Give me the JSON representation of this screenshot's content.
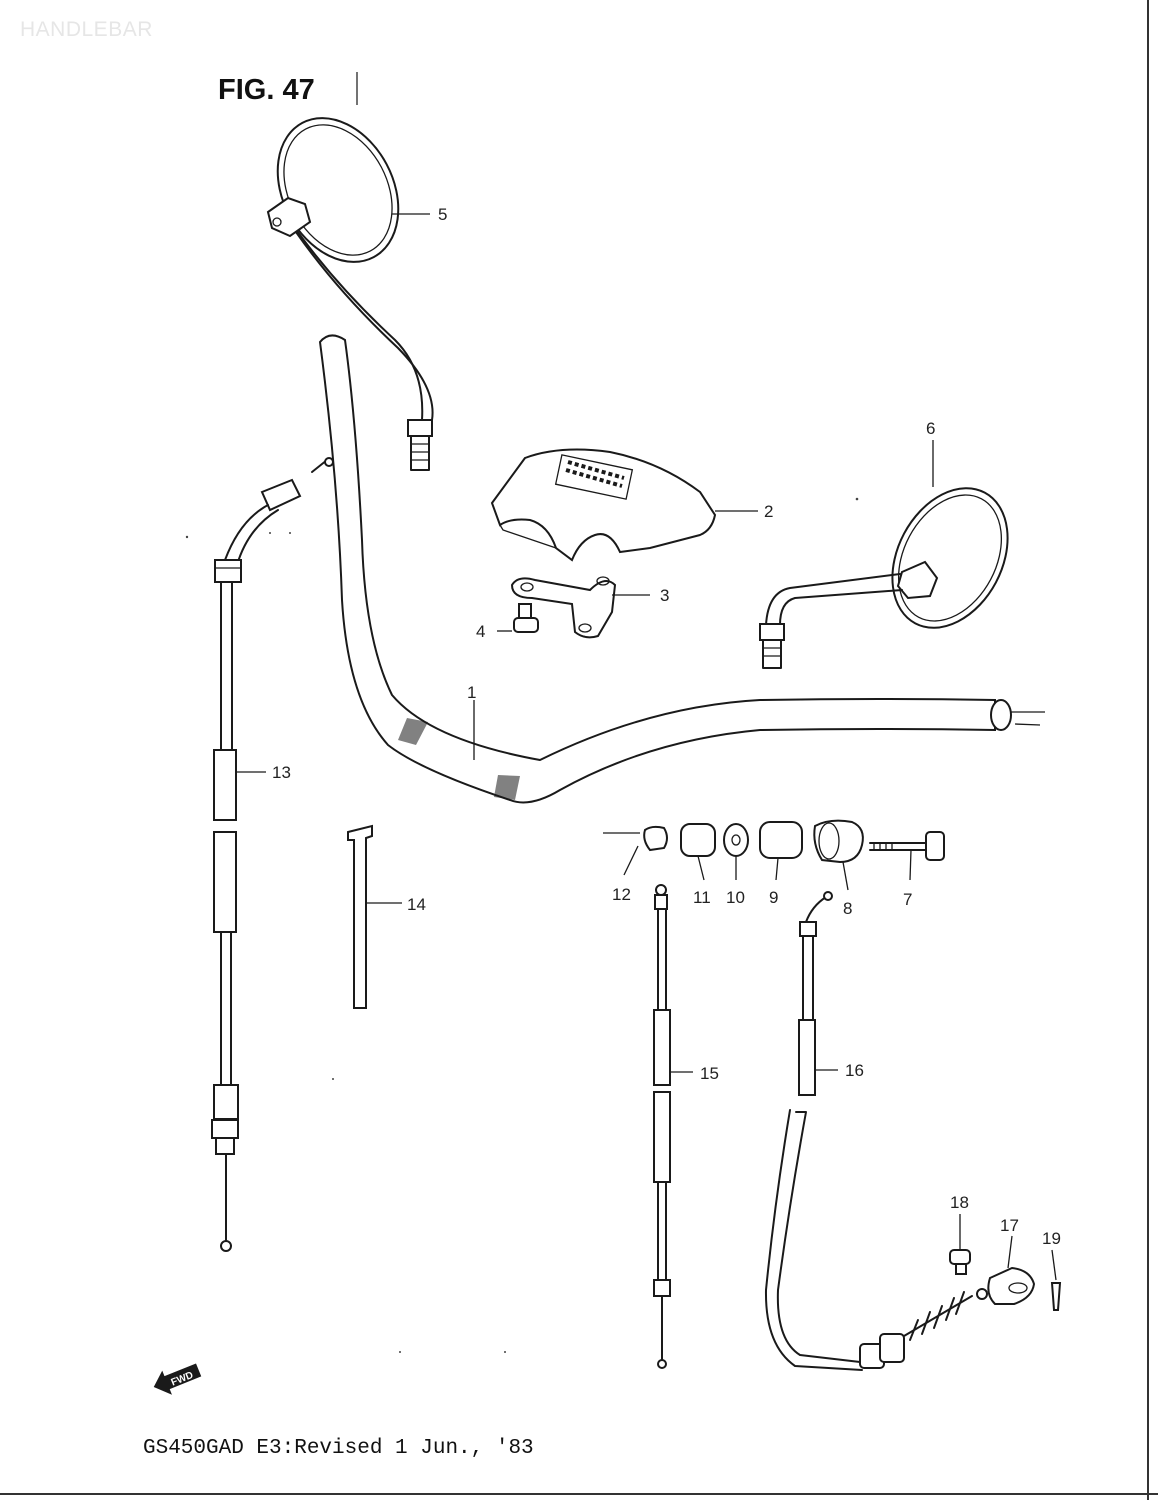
{
  "header": {
    "section_title": "HANDLEBAR"
  },
  "figure": {
    "number_label": "FIG. 47"
  },
  "footer": {
    "model_revision": "GS450GAD E3:Revised 1 Jun., '83"
  },
  "direction_badge": {
    "label": "FWD"
  },
  "callouts": {
    "c1": "1",
    "c2": "2",
    "c3": "3",
    "c4": "4",
    "c5": "5",
    "c6": "6",
    "c7": "7",
    "c8": "8",
    "c9": "9",
    "c10": "10",
    "c11": "11",
    "c12": "12",
    "c13": "13",
    "c14": "14",
    "c15": "15",
    "c16": "16",
    "c17": "17",
    "c18": "18",
    "c19": "19"
  }
}
